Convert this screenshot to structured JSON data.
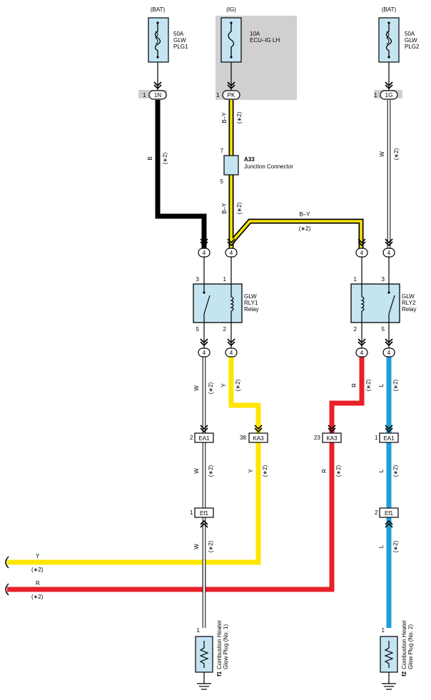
{
  "fuses": [
    {
      "source": "(BAT)",
      "line1": "50A",
      "line2": "GLW",
      "line3": "PLG1"
    },
    {
      "source": "(IG)",
      "line1": "10A",
      "line2": "ECU–IG LH",
      "line3": ""
    },
    {
      "source": "(BAT)",
      "line1": "50A",
      "line2": "GLW",
      "line3": "PLG2"
    }
  ],
  "top_connectors": [
    {
      "pin": "1",
      "code": "1N"
    },
    {
      "pin": "1",
      "code": "PK"
    },
    {
      "pin": "1",
      "code": "1G"
    }
  ],
  "wire_labels": {
    "b": "B",
    "by": "B–Y",
    "w": "W",
    "y": "Y",
    "r": "R",
    "l": "L",
    "note": "(∗2)"
  },
  "junction": {
    "id": "A33",
    "name": "Junction Connector",
    "pin_top": "7",
    "pin_bottom": "5"
  },
  "relay_connector": "4",
  "relays": [
    {
      "line1": "GLW",
      "line2": "RLY1",
      "line3": "Relay",
      "pin_tl": "3",
      "pin_tr": "1",
      "pin_bl": "5",
      "pin_br": "2"
    },
    {
      "line1": "GLW",
      "line2": "RLY2",
      "line3": "Relay",
      "pin_tl": "1",
      "pin_tr": "3",
      "pin_bl": "2",
      "pin_br": "5"
    }
  ],
  "mid_connectors": [
    {
      "pin": "2",
      "code": "EA1"
    },
    {
      "pin": "38",
      "code": "KA3"
    },
    {
      "pin": "23",
      "code": "KA3"
    },
    {
      "pin": "1",
      "code": "EA1"
    }
  ],
  "ef_connectors": [
    {
      "pin": "1",
      "code": "Ef1"
    },
    {
      "pin": "2",
      "code": "Ef1"
    }
  ],
  "plugs": [
    {
      "pin": "1",
      "id": "f1",
      "line1": "Combustion Heater",
      "line2": "Glow Plug (No. 1)"
    },
    {
      "pin": "1",
      "id": "f2",
      "line1": "Combustion Heater",
      "line2": "Glow Plug (No. 2)"
    }
  ],
  "colors": {
    "yellow": "#ffe600",
    "red": "#e8202a",
    "blue": "#1ea0dc",
    "component": "#c4e4f2",
    "gray_box": "#d0d0d0",
    "black": "#000000"
  }
}
